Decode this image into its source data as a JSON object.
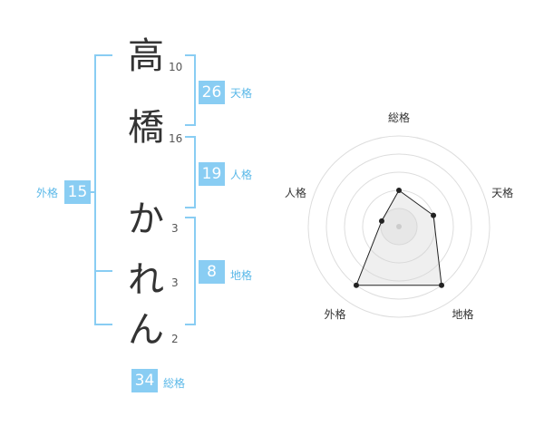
{
  "name": {
    "characters": [
      {
        "char": "高",
        "strokes": "10"
      },
      {
        "char": "橋",
        "strokes": "16"
      },
      {
        "char": "か",
        "strokes": "3"
      },
      {
        "char": "れ",
        "strokes": "3"
      },
      {
        "char": "ん",
        "strokes": "2"
      }
    ]
  },
  "fortunes": {
    "tenkaku": {
      "label": "天格",
      "value": "26"
    },
    "jinkaku": {
      "label": "人格",
      "value": "19"
    },
    "chikaku": {
      "label": "地格",
      "value": "8"
    },
    "gaikaku": {
      "label": "外格",
      "value": "15"
    },
    "soukaku": {
      "label": "総格",
      "value": "34"
    }
  },
  "colors": {
    "accent": "#89cdf3",
    "accent_text": "#5ab8e8",
    "text": "#333333"
  },
  "chart_data": {
    "type": "radar",
    "axes": [
      "総格",
      "天格",
      "地格",
      "外格",
      "人格"
    ],
    "series": [
      {
        "values": [
          2,
          2,
          4,
          4,
          1
        ]
      }
    ],
    "rmax": 5,
    "rings": 5,
    "center_value": 0
  }
}
